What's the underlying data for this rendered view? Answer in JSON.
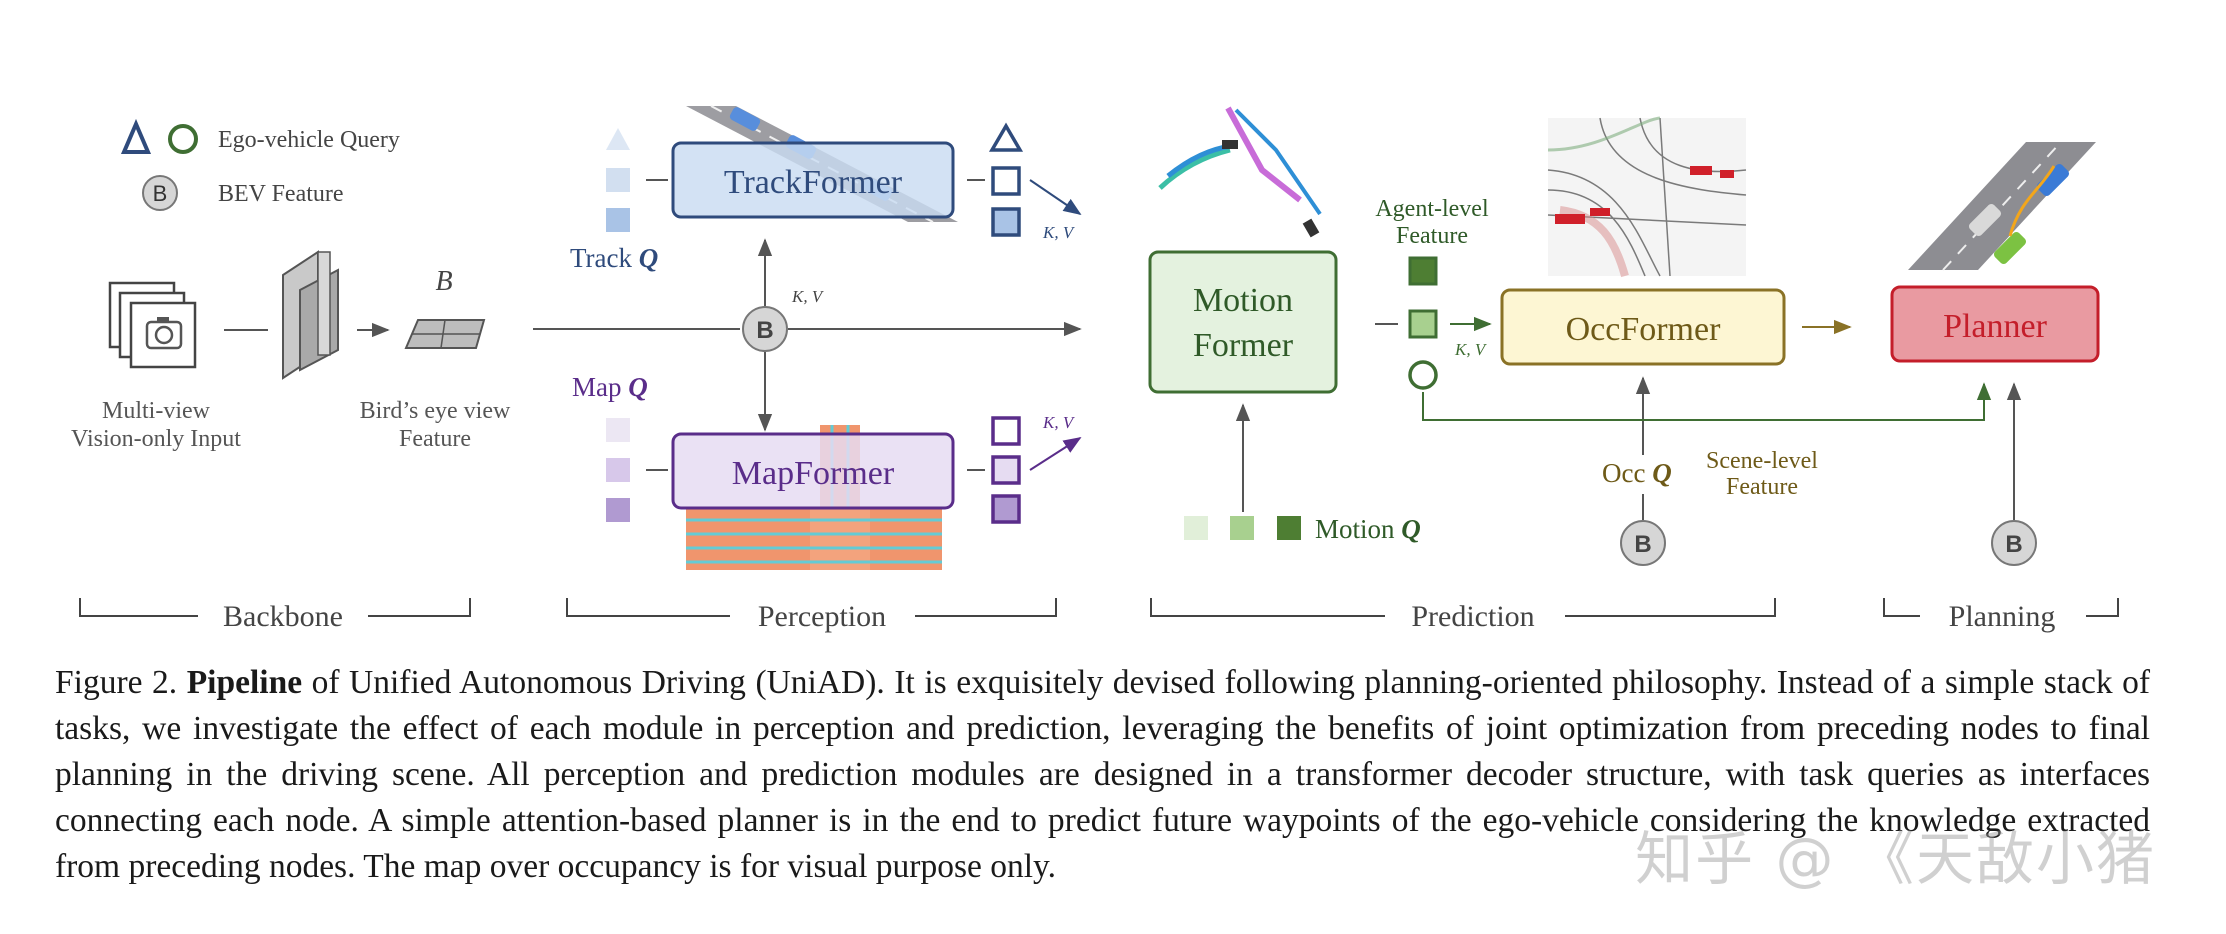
{
  "legend": {
    "ego_query": "Ego-vehicle Query",
    "bev_feature": "BEV Feature",
    "bev_symbol": "B"
  },
  "backbone": {
    "input_label_1": "Multi-view",
    "input_label_2": "Vision-only Input",
    "bev_symbol": "B",
    "bev_label_1": "Bird’s eye view",
    "bev_label_2": "Feature",
    "section": "Backbone"
  },
  "perception": {
    "trackformer": "TrackFormer",
    "mapformer": "MapFormer",
    "track_q_prefix": "Track ",
    "map_q_prefix": "Map ",
    "q_symbol": "Q",
    "kv": "K, V",
    "section": "Perception"
  },
  "prediction": {
    "motion_line1": "Motion",
    "motion_line2": "Former",
    "occformer": "OccFormer",
    "agent_level_1": "Agent-level",
    "agent_level_2": "Feature",
    "scene_level_1": "Scene-level",
    "scene_level_2": "Feature",
    "motion_q_prefix": "Motion ",
    "occ_q_prefix": "Occ ",
    "q_symbol": "Q",
    "kv": "K, V",
    "section": "Prediction"
  },
  "planning": {
    "planner": "Planner",
    "section": "Planning"
  },
  "caption": {
    "figure": "Figure 2.",
    "bold": "Pipeline",
    "text": " of Unified Autonomous Driving (UniAD). It is exquisitely devised following planning-oriented philosophy. Instead of a simple stack of tasks, we investigate the effect of each module in perception and prediction, leveraging the benefits of joint optimization from preceding nodes to final planning in the driving scene. All perception and prediction modules are designed in a transformer decoder structure, with task queries as interfaces connecting each node. A simple attention-based planner is in the end to predict future waypoints of the ego-vehicle considering the knowledge extracted from preceding nodes. The map over occupancy is for visual purpose only."
  },
  "watermark": "知乎 @ 《天敌小猪",
  "colors": {
    "track_fill": "#c9dcf2",
    "track_stroke": "#2f4b7c",
    "map_fill": "#e6dcf2",
    "map_stroke": "#5a2d8a",
    "motion_fill": "#e4f2df",
    "motion_stroke": "#3f6e33",
    "occ_fill": "#fdf6d3",
    "occ_stroke": "#8a7226",
    "planner_fill": "#e99aa1",
    "planner_stroke": "#c41e2a"
  }
}
